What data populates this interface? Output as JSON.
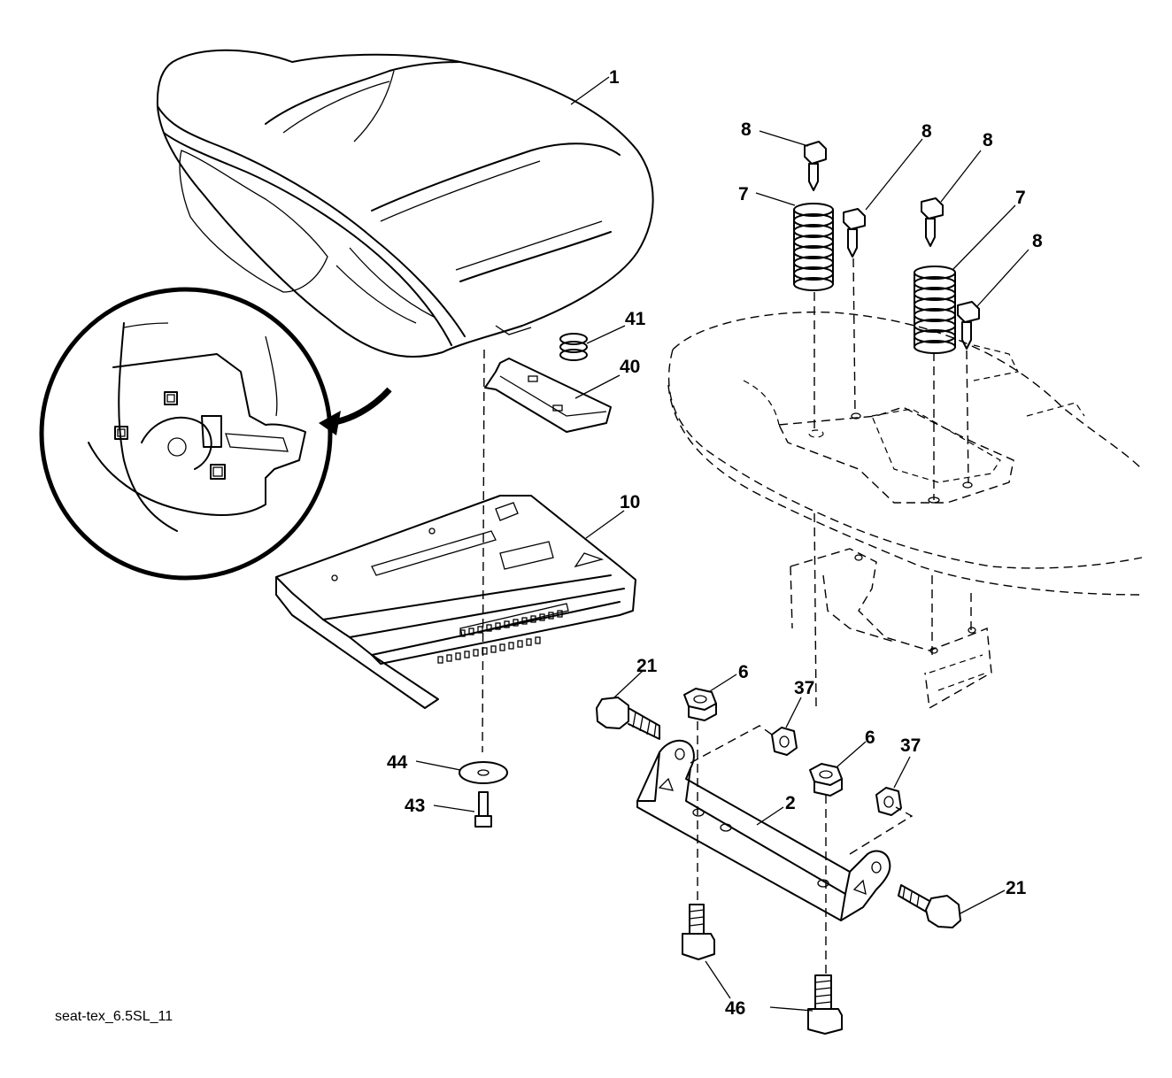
{
  "diagram": {
    "callouts": [
      {
        "id": "seat",
        "label": "1"
      },
      {
        "id": "bolt-top-left",
        "label": "8"
      },
      {
        "id": "bolt-top-mid",
        "label": "8"
      },
      {
        "id": "bolt-top-right",
        "label": "8"
      },
      {
        "id": "bolt-right",
        "label": "8"
      },
      {
        "id": "spring-left",
        "label": "7"
      },
      {
        "id": "spring-right",
        "label": "7"
      },
      {
        "id": "small-spring",
        "label": "41"
      },
      {
        "id": "clip",
        "label": "40"
      },
      {
        "id": "seat-pan",
        "label": "10"
      },
      {
        "id": "washer",
        "label": "44"
      },
      {
        "id": "screw",
        "label": "43"
      },
      {
        "id": "hex-bolt-left",
        "label": "21"
      },
      {
        "id": "hex-bolt-right",
        "label": "21"
      },
      {
        "id": "nut-left",
        "label": "6"
      },
      {
        "id": "nut-right",
        "label": "6"
      },
      {
        "id": "washer-left",
        "label": "37"
      },
      {
        "id": "washer-right",
        "label": "37"
      },
      {
        "id": "bracket",
        "label": "2"
      },
      {
        "id": "flange-bolts",
        "label": "46"
      }
    ],
    "caption": "seat-tex_6.5SL_11"
  }
}
